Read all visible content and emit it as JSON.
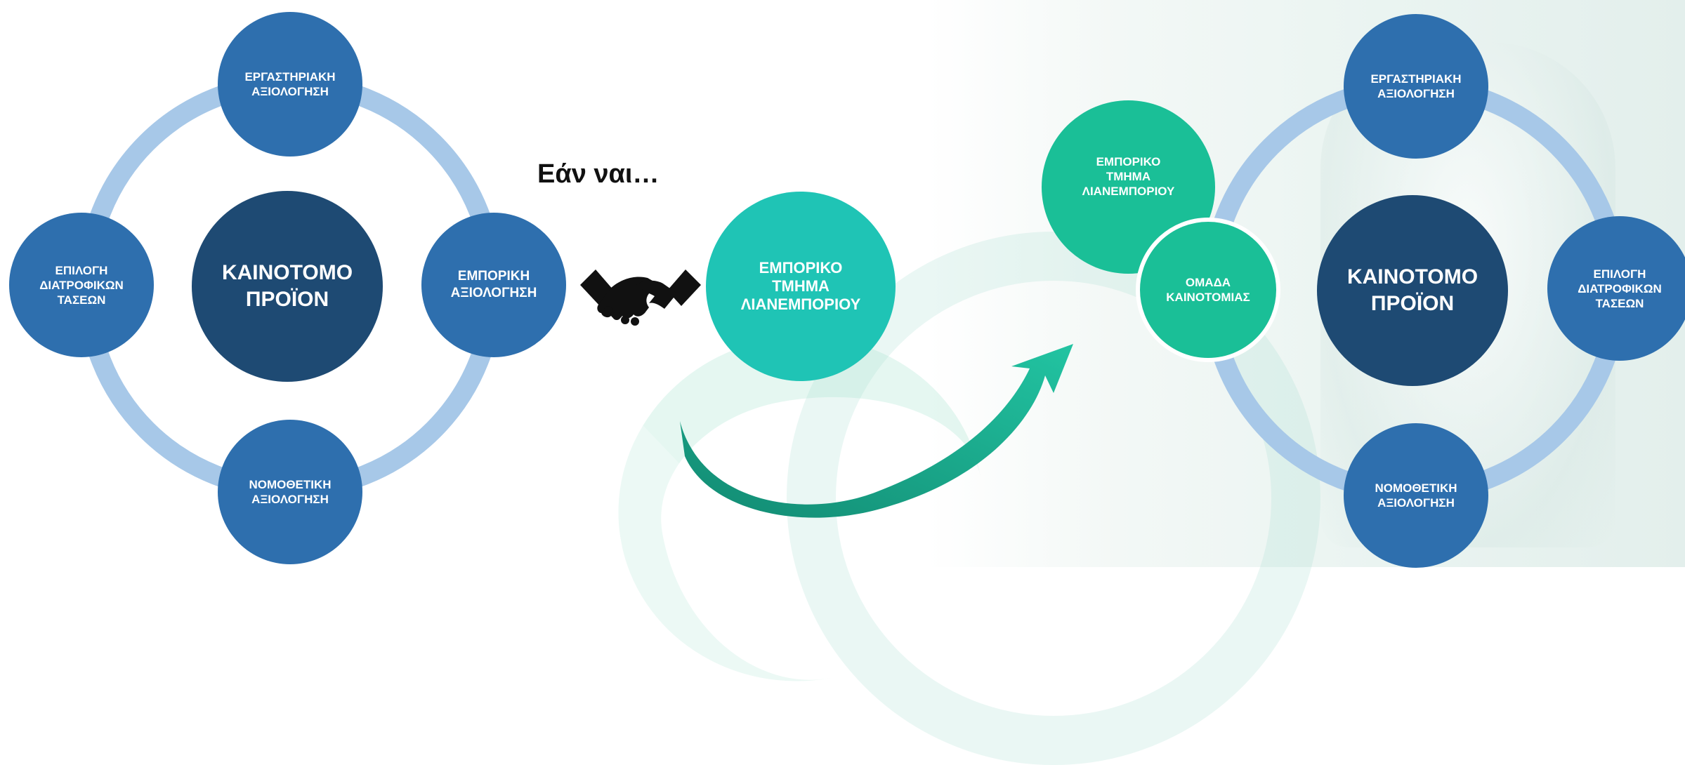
{
  "left_cycle": {
    "center": [
      "ΚΑΙΝΟΤΟΜΟ",
      "ΠΡΟΪΟΝ"
    ],
    "top": [
      "ΕΡΓΑΣΤΗΡΙΑΚΗ",
      "ΑΞΙΟΛΟΓΗΣΗ"
    ],
    "right": [
      "ΕΜΠΟΡΙΚΗ",
      "ΑΞΙΟΛΟΓΗΣΗ"
    ],
    "bottom": [
      "ΝΟΜΟΘΕΤΙΚΗ",
      "ΑΞΙΟΛΟΓΗΣΗ"
    ],
    "left": [
      "ΕΠΙΛΟΓΗ",
      "ΔΙΑΤΡΟΦΙΚΩΝ",
      "ΤΑΣΕΩΝ"
    ]
  },
  "condition_text": "Εάν ναι…",
  "handshake_icon": "handshake-icon",
  "retail_dept": [
    "ΕΜΠΟΡΙΚΟ",
    "ΤΜΗΜΑ",
    "ΛΙΑΝΕΜΠΟΡΙΟΥ"
  ],
  "right_cycle": {
    "retail_dept": [
      "ΕΜΠΟΡΙΚΟ",
      "ΤΜΗΜΑ",
      "ΛΙΑΝΕΜΠΟΡΙΟΥ"
    ],
    "innovation_team": [
      "ΟΜΑΔΑ",
      "ΚΑΙΝΟΤΟΜΙΑΣ"
    ],
    "center": [
      "ΚΑΙΝΟΤΟΜΟ",
      "ΠΡΟΪΟΝ"
    ],
    "top": [
      "ΕΡΓΑΣΤΗΡΙΑΚΗ",
      "ΑΞΙΟΛΟΓΗΣΗ"
    ],
    "right": [
      "ΕΠΙΛΟΓΗ",
      "ΔΙΑΤΡΟΦΙΚΩΝ",
      "ΤΑΣΕΩΝ"
    ],
    "bottom": [
      "ΝΟΜΟΘΕΤΙΚΗ",
      "ΑΞΙΟΛΟΓΗΣΗ"
    ]
  },
  "colors": {
    "small_node": "#2e6fae",
    "center_node": "#1e4a73",
    "ring": "#a7c8e8",
    "retail_teal": "#1fc4b5",
    "team_green": "#1abf97",
    "arrow_dark": "#128a72",
    "arrow_light": "#22c4a2"
  }
}
